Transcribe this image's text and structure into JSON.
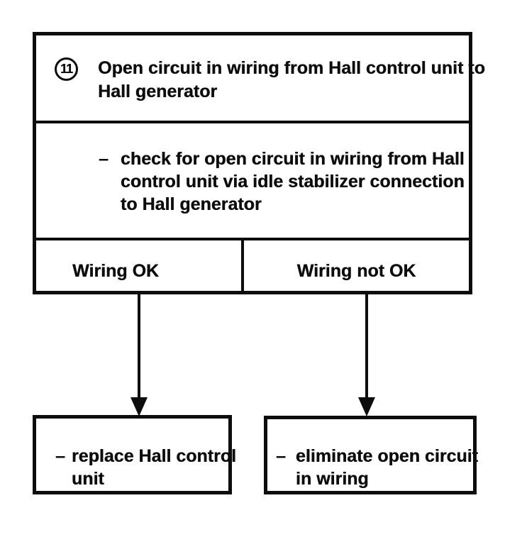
{
  "colors": {
    "ink": "#0d0d0d",
    "paper": "#ffffff"
  },
  "flowchart": {
    "step": {
      "number": "11",
      "title_lines": [
        "Open circuit in wiring from Hall control unit to",
        "Hall generator"
      ]
    },
    "check": {
      "dash": "–",
      "lines": [
        "check for open circuit in wiring from Hall",
        "control unit via idle stabilizer connection",
        "to Hall generator"
      ]
    },
    "outcomes": [
      {
        "label": "Wiring OK"
      },
      {
        "label": "Wiring not OK"
      }
    ],
    "actions": [
      {
        "dash": "–",
        "lines": [
          "replace Hall control",
          "unit"
        ]
      },
      {
        "dash": "–",
        "lines": [
          "eliminate open circuit",
          "in wiring"
        ]
      }
    ]
  }
}
